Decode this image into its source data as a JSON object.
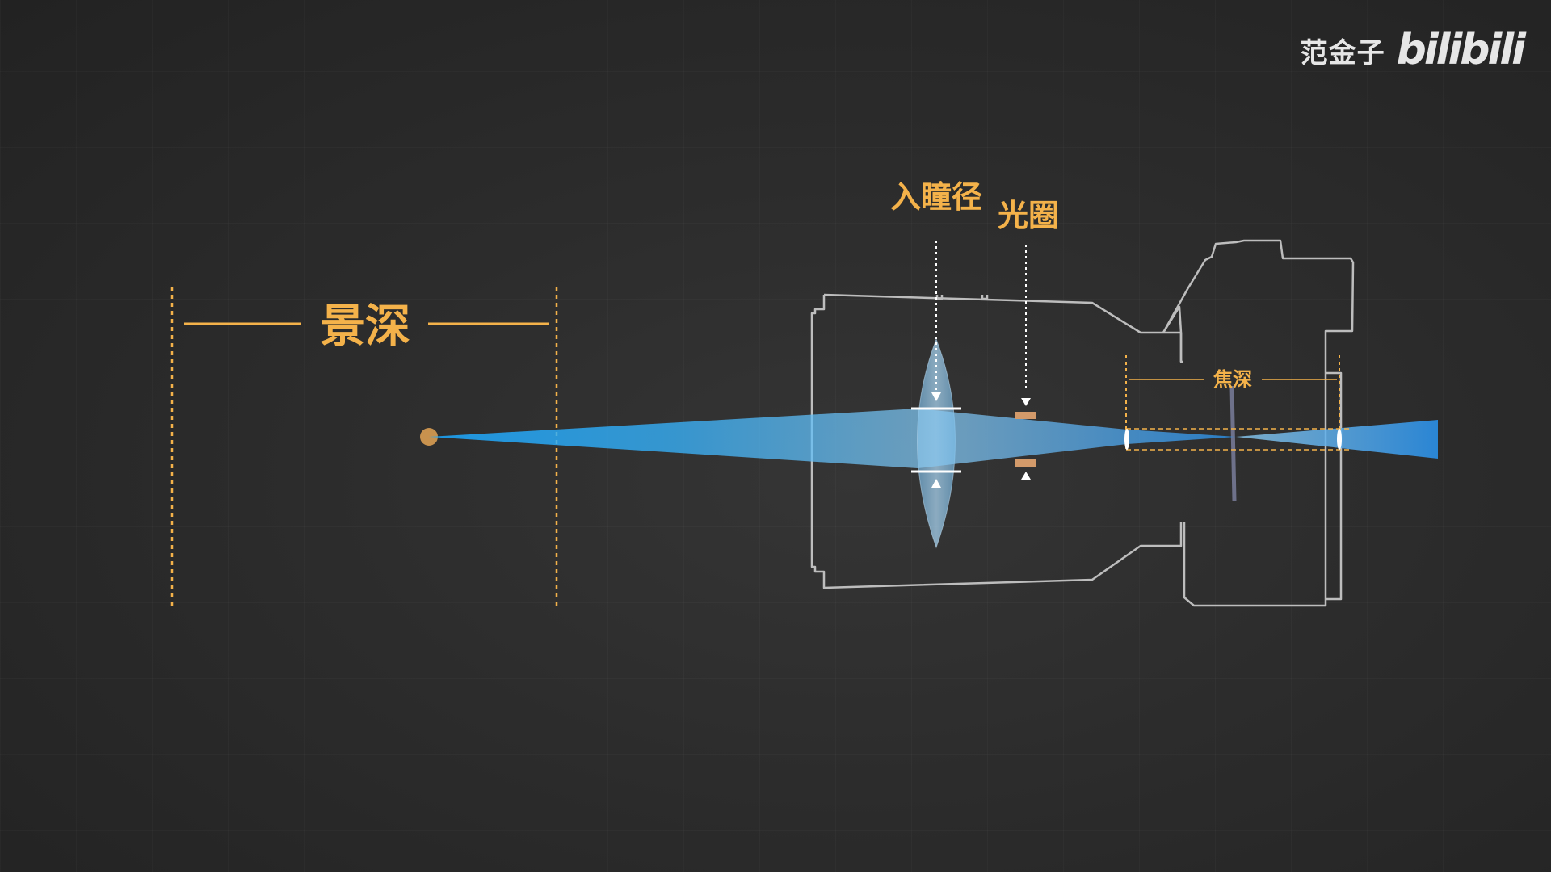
{
  "labels": {
    "depth_of_field": "景深",
    "entrance_pupil": "入瞳径",
    "aperture": "光圈",
    "depth_of_focus": "焦深"
  },
  "watermark": {
    "author": "范金子",
    "brand": "bilibili"
  },
  "colors": {
    "background": "#2a2a2a",
    "accent_orange": "#f4b24a",
    "light_ray_blue": "#1aa8ff",
    "lens_fill": "#8fc3e8",
    "camera_outline": "#bdbdbd",
    "point_source": "#c8924e",
    "aperture_blade": "#d39a6a"
  }
}
